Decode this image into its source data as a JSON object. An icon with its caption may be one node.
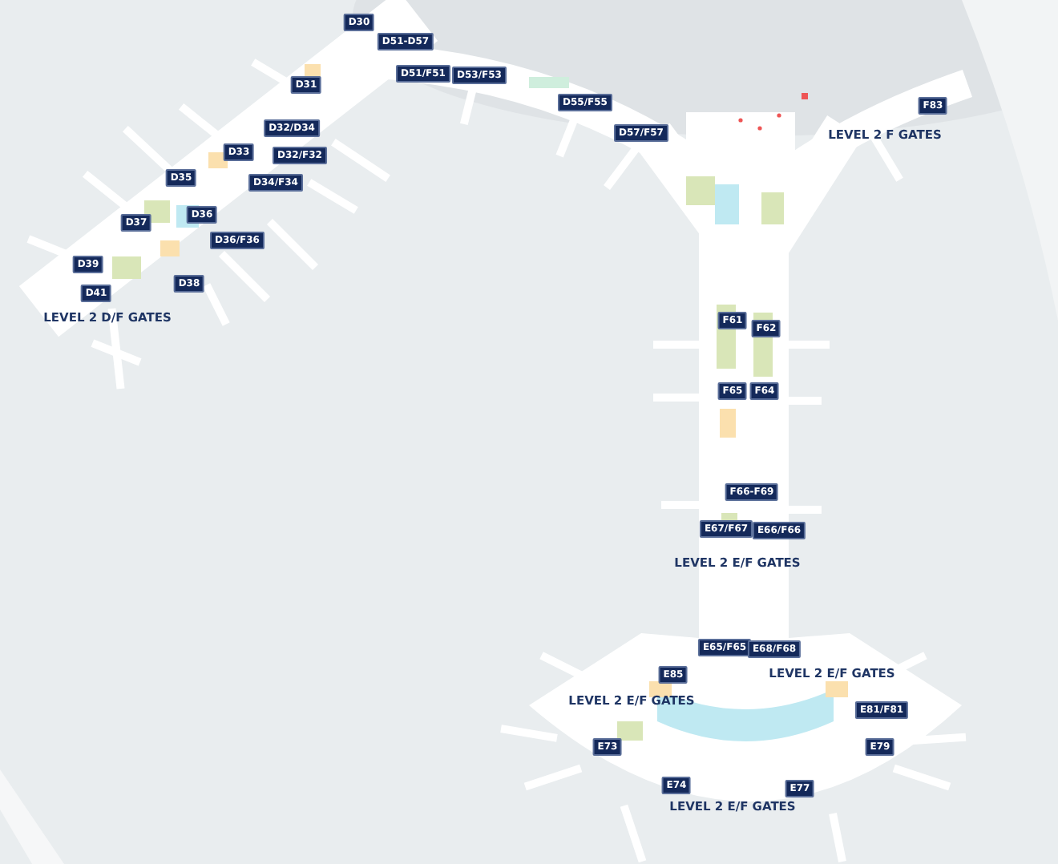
{
  "diagram": {
    "nodes": [
      {
        "text": [
          "D30"
        ]
      },
      {
        "text": [
          "D51-D57"
        ]
      },
      {
        "text": [
          "D51/F51"
        ]
      },
      {
        "text": [
          "D53/F53"
        ]
      },
      {
        "text": [
          "D31"
        ]
      },
      {
        "text": [
          "D55/F55"
        ]
      },
      {
        "text": [
          "F83"
        ]
      },
      {
        "text": [
          "D32/D34"
        ]
      },
      {
        "text": [
          "D57/F57"
        ]
      },
      {
        "text": [
          "D33"
        ]
      },
      {
        "text": [
          "D32/F32"
        ]
      },
      {
        "text": [
          "D35"
        ]
      },
      {
        "text": [
          "D34/F34"
        ]
      },
      {
        "text": [
          "D36"
        ]
      },
      {
        "text": [
          "D37"
        ]
      },
      {
        "text": [
          "D36/F36"
        ]
      },
      {
        "text": [
          "D39"
        ]
      },
      {
        "text": [
          "D38"
        ]
      },
      {
        "text": [
          "D41"
        ]
      },
      {
        "text": [
          "F61"
        ]
      },
      {
        "text": [
          "F62"
        ]
      },
      {
        "text": [
          "F65"
        ]
      },
      {
        "text": [
          "F64"
        ]
      },
      {
        "text": [
          "F66-F69"
        ]
      },
      {
        "text": [
          "E67/F67"
        ]
      },
      {
        "text": [
          "E66/F66"
        ]
      },
      {
        "text": [
          "E65/F65"
        ]
      },
      {
        "text": [
          "E68/F68"
        ]
      },
      {
        "text": [
          "E85"
        ]
      },
      {
        "text": [
          "E81/F81"
        ]
      },
      {
        "text": [
          "E73"
        ]
      },
      {
        "text": [
          "E79"
        ]
      },
      {
        "text": [
          "E74"
        ]
      },
      {
        "text": [
          "E77"
        ]
      }
    ],
    "labels": [
      "LEVEL 2 F GATES",
      "LEVEL 2 D/F GATES",
      "LEVEL 2 E/F GATES",
      "LEVEL 2 E/F GATES",
      "LEVEL 2 E/F GATES",
      "LEVEL 2 E/F GATES"
    ]
  }
}
